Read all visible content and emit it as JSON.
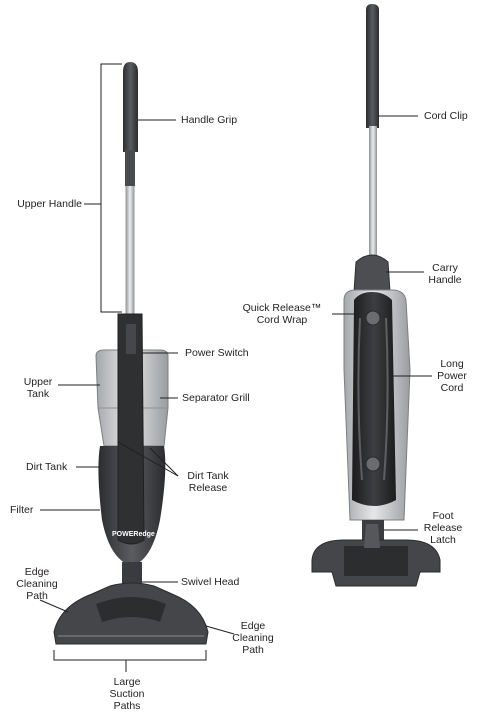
{
  "labels": {
    "handle_grip": "Handle Grip",
    "upper_handle": "Upper Handle",
    "power_switch": "Power Switch",
    "upper_tank_1": "Upper",
    "upper_tank_2": "Tank",
    "separator_grill": "Separator Grill",
    "dirt_tank": "Dirt Tank",
    "dirt_tank_release_1": "Dirt Tank",
    "dirt_tank_release_2": "Release",
    "filter": "Filter",
    "swivel_head": "Swivel Head",
    "edge_cleaning_path_left_1": "Edge",
    "edge_cleaning_path_left_2": "Cleaning",
    "edge_cleaning_path_left_3": "Path",
    "edge_cleaning_path_right_1": "Edge",
    "edge_cleaning_path_right_2": "Cleaning",
    "edge_cleaning_path_right_3": "Path",
    "large_suction_paths_1": "Large",
    "large_suction_paths_2": "Suction",
    "large_suction_paths_3": "Paths",
    "cord_clip": "Cord Clip",
    "carry_handle_1": "Carry",
    "carry_handle_2": "Handle",
    "quick_release_cord_wrap_1": "Quick Release™",
    "quick_release_cord_wrap_2": "Cord Wrap",
    "long_power_cord_1": "Long",
    "long_power_cord_2": "Power",
    "long_power_cord_3": "Cord",
    "foot_release_latch_1": "Foot",
    "foot_release_latch_2": "Release",
    "foot_release_latch_3": "Latch"
  },
  "branding": {
    "logo_text": "POWERedge"
  },
  "colors": {
    "body_dark": "#3a3b3e",
    "body_mid": "#55575b",
    "tank_clear": "#c9cbce",
    "handle_silver": "#d4d6d8",
    "leader_line": "#231f20"
  }
}
